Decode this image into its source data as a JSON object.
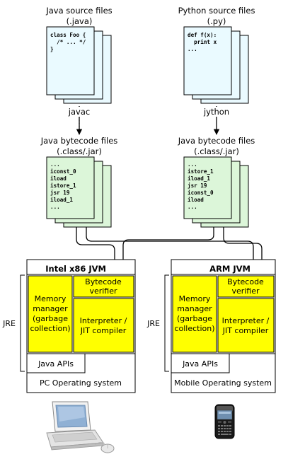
{
  "sources": {
    "java": {
      "title": "Java source files",
      "ext": "(.java)",
      "code": [
        "class Foo {",
        "  /* ... */",
        "}"
      ]
    },
    "python": {
      "title": "Python source files",
      "ext": "(.py)",
      "code": [
        "def f(x):",
        "  print x",
        "..."
      ]
    }
  },
  "compilers": {
    "java": "javac",
    "python": "jython"
  },
  "bytecode": {
    "left": {
      "title": "Java bytecode files",
      "ext": "(.class/.jar)",
      "code": [
        "...",
        "iconst_0",
        "iload",
        "istore_1",
        "jsr 19",
        "iload_1",
        "..."
      ]
    },
    "right": {
      "title": "Java bytecode files",
      "ext": "(.class/.jar)",
      "code": [
        "...",
        "istore_1",
        "iload_1",
        "jsr 19",
        "iconst_0",
        "iload",
        "..."
      ]
    }
  },
  "jvm": {
    "left": {
      "title": "Intel x86 JVM",
      "jre": "JRE",
      "memory": [
        "Memory",
        "manager",
        "(garbage",
        "collection)"
      ],
      "verifier": [
        "Bytecode",
        "verifier"
      ],
      "interpreter": [
        "Interpreter /",
        "JIT compiler"
      ],
      "apis": "Java APIs",
      "os": "PC Operating system"
    },
    "right": {
      "title": "ARM JVM",
      "jre": "JRE",
      "memory": [
        "Memory",
        "manager",
        "(garbage",
        "collection)"
      ],
      "verifier": [
        "Bytecode",
        "verifier"
      ],
      "interpreter": [
        "Interpreter /",
        "JIT compiler"
      ],
      "apis": "Java APIs",
      "os": "Mobile Operating system"
    }
  },
  "icons": {
    "left_device": "laptop-icon",
    "right_device": "mobile-phone-icon"
  },
  "colors": {
    "source_fill": "#eafaff",
    "bytecode_fill": "#dcf6d9",
    "component_fill": "#ffff00",
    "line": "#000000"
  }
}
